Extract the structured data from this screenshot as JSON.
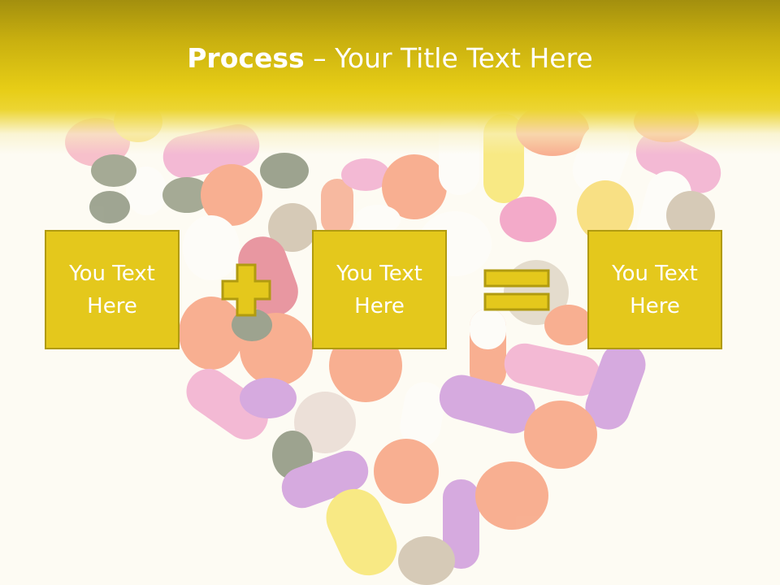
{
  "title": {
    "bold": "Process",
    "rest": " – Your Title Text Here"
  },
  "boxes": [
    {
      "text": "You Text Here"
    },
    {
      "text": "You Text Here"
    },
    {
      "text": "You Text Here"
    }
  ],
  "operators": {
    "first": "plus-icon",
    "second": "equals-icon"
  },
  "colors": {
    "header": "#e4c81c",
    "box_fill": "#e4c81c",
    "box_border": "#b19b10",
    "text": "#ffffff"
  }
}
